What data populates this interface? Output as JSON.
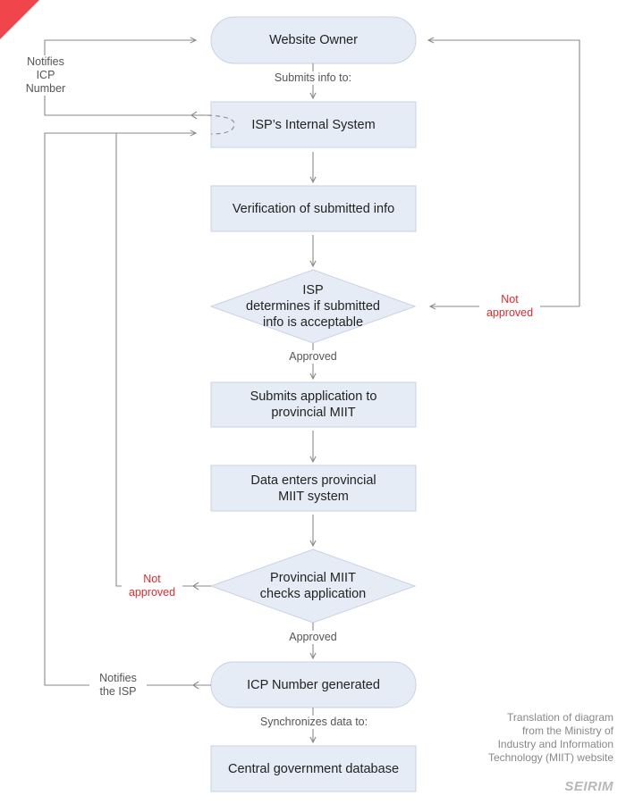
{
  "colors": {
    "node_fill": "#e6ecf6",
    "node_stroke": "#c9d2e1",
    "line": "#8a8a8a",
    "accent": "#e0292f",
    "corner": "#f0454a"
  },
  "nodes": {
    "website_owner": "Website Owner",
    "isp_internal_system": "ISP’s Internal System",
    "verification": "Verification of submitted info",
    "isp_decision": "ISP\ndetermines if submitted\ninfo is acceptable",
    "submit_application": "Submits application to\nprovincial MIIT",
    "data_enters": "Data enters provincial\nMIIT system",
    "miit_check": "Provincial MIIT\nchecks application",
    "icp_generated": "ICP Number generated",
    "central_db": "Central government database"
  },
  "edge_labels": {
    "submits_info": "Submits info to:",
    "approved_1": "Approved",
    "approved_2": "Approved",
    "synchronizes": "Synchronizes data to:",
    "not_approved_1": "Not\napproved",
    "not_approved_2": "Not\napproved",
    "notifies_icp": "Notifies\nICP\nNumber",
    "notifies_isp": "Notifies\nthe ISP"
  },
  "credit": {
    "text": "Translation of diagram\nfrom the Ministry of\nIndustry and Information\nTechnology (MIIT) website",
    "logo": "SEIRIM"
  }
}
